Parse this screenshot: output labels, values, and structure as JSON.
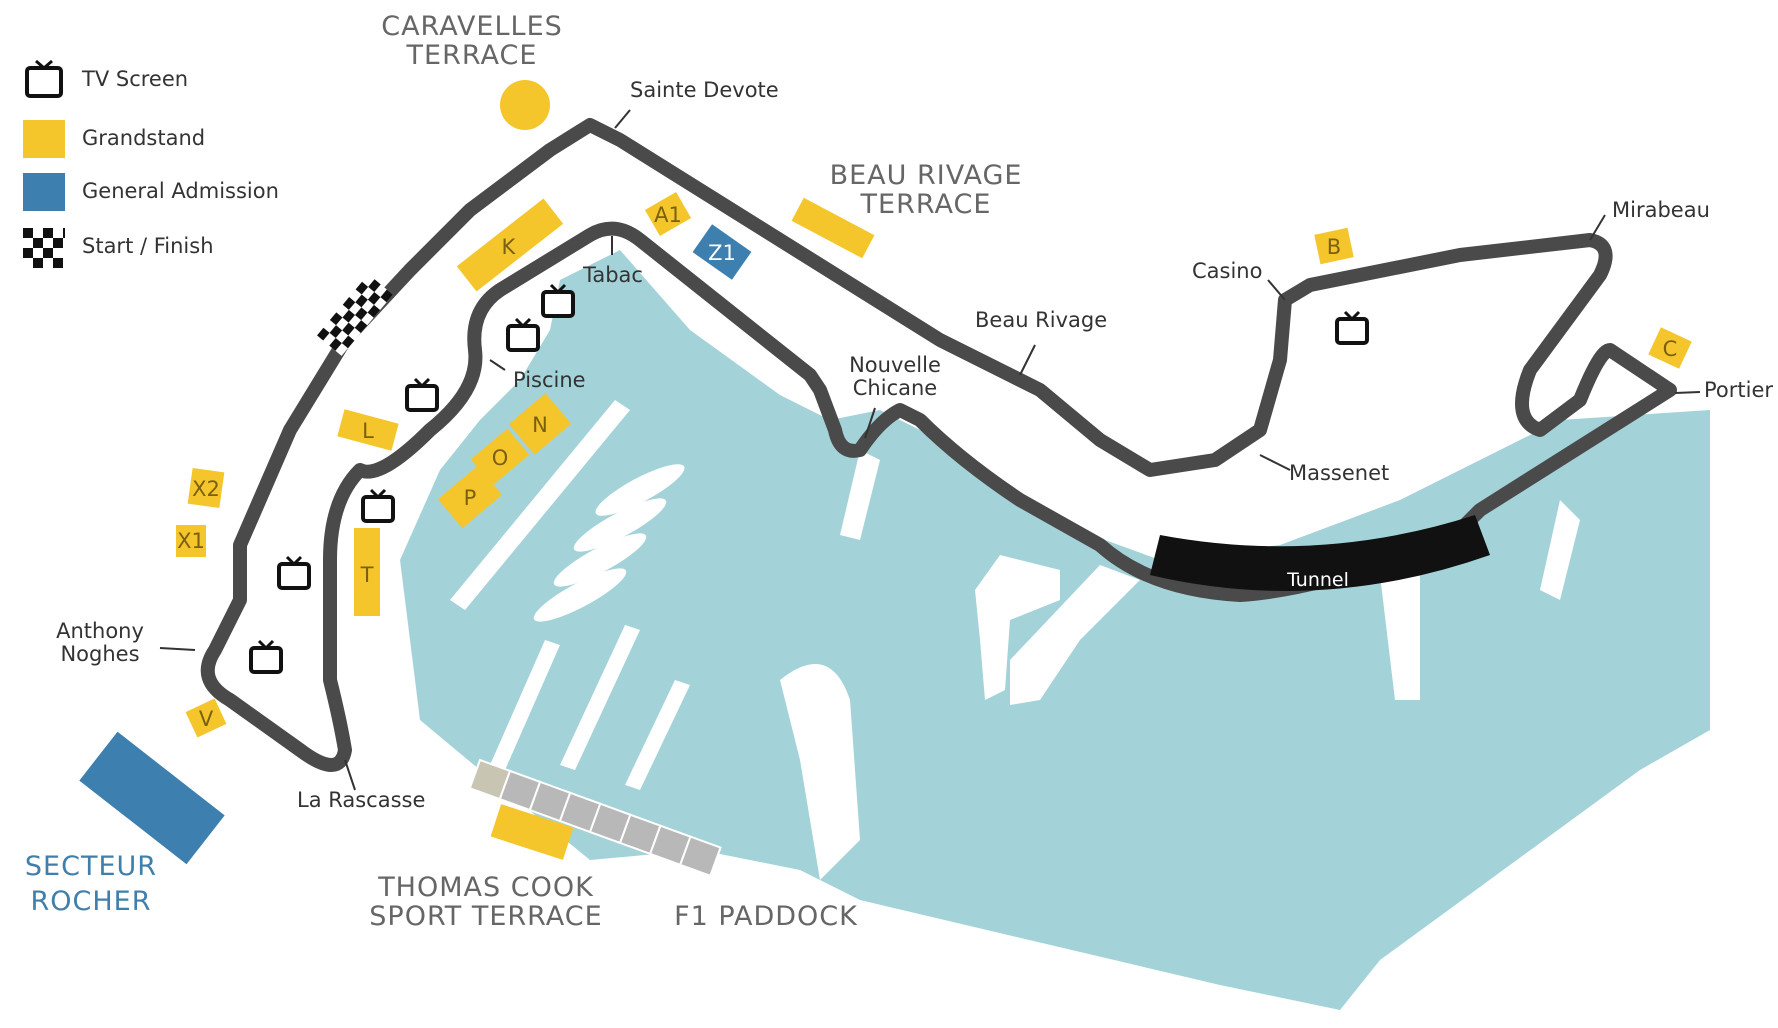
{
  "legend": {
    "tv_screen": "TV Screen",
    "grandstand": "Grandstand",
    "general_admission": "General Admission",
    "start_finish": "Start / Finish"
  },
  "colors": {
    "grandstand": "#f5c62b",
    "general_admission": "#3d7fae",
    "track": "#4a4a4a",
    "water": "#a3d3d8",
    "paddock": "#b8b8b8"
  },
  "terraces": {
    "caravelles_1": "CARAVELLES",
    "caravelles_2": "TERRACE",
    "beau_rivage_1": "BEAU RIVAGE",
    "beau_rivage_2": "TERRACE",
    "thomas_cook_1": "THOMAS COOK",
    "thomas_cook_2": "SPORT TERRACE",
    "secteur_1": "SECTEUR",
    "secteur_2": "ROCHER",
    "f1_paddock": "F1 PADDOCK"
  },
  "corners": {
    "sainte_devote": "Sainte Devote",
    "tabac": "Tabac",
    "piscine": "Piscine",
    "beau_rivage": "Beau Rivage",
    "nouvelle_1": "Nouvelle",
    "nouvelle_2": "Chicane",
    "casino": "Casino",
    "mirabeau": "Mirabeau",
    "portier": "Portier",
    "massenet": "Massenet",
    "tunnel": "Tunnel",
    "anthony_1": "Anthony",
    "anthony_2": "Noghes",
    "la_rascasse": "La Rascasse"
  },
  "stands": {
    "K": "K",
    "A1": "A1",
    "Z1": "Z1",
    "B": "B",
    "C": "C",
    "L": "L",
    "N": "N",
    "O": "O",
    "P": "P",
    "T": "T",
    "X1": "X1",
    "X2": "X2",
    "V": "V"
  }
}
